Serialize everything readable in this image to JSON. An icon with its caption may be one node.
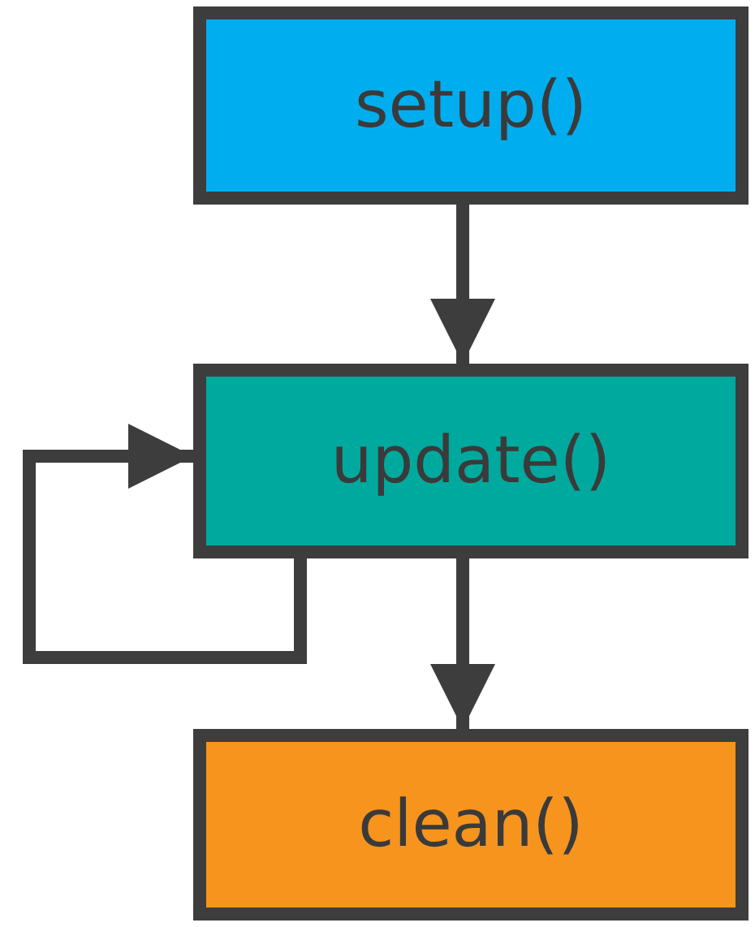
{
  "diagram": {
    "nodes": [
      {
        "text": [
          "setup()"
        ]
      },
      {
        "text": [
          "update()"
        ]
      },
      {
        "text": [
          "clean()"
        ]
      }
    ],
    "edges": [
      {
        "from": 0,
        "to": 1,
        "arrow": "to"
      },
      {
        "from": 1,
        "to": 1,
        "arrow": "to"
      },
      {
        "from": 1,
        "to": 2,
        "arrow": "to"
      }
    ]
  }
}
